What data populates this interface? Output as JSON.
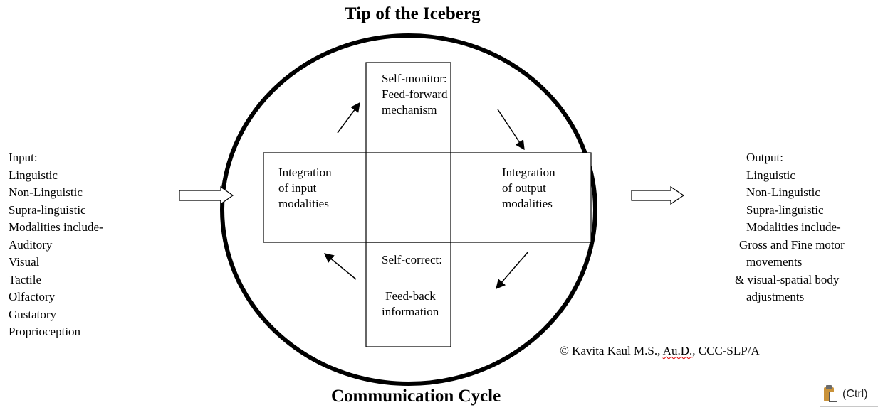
{
  "title_top": "Tip of the Iceberg",
  "title_bottom": "Communication Cycle",
  "input": {
    "heading": "Input:",
    "items": [
      "Linguistic",
      "Non-Linguistic",
      "Supra-linguistic",
      "Modalities include-",
      "Auditory",
      "Visual",
      "Tactile",
      "Olfactory",
      "Gustatory",
      "Proprioception"
    ]
  },
  "output": {
    "heading": "Output:",
    "items": [
      "Linguistic",
      "Non-Linguistic",
      "Supra-linguistic",
      "Modalities include-",
      "Gross and Fine motor",
      "movements",
      "& visual-spatial body",
      "adjustments"
    ]
  },
  "boxes": {
    "top": [
      "Self-monitor:",
      "Feed-forward",
      "mechanism"
    ],
    "left": [
      "Integration",
      "of input",
      "modalities"
    ],
    "right": [
      "Integration",
      "of output",
      "modalities"
    ],
    "bottom_line1": "Self-correct:",
    "bottom_line2": "Feed-back",
    "bottom_line3": "information"
  },
  "copyright": {
    "prefix": "© Kavita Kaul M.S., ",
    "flagged": "Au.D.",
    "suffix": ", CCC-SLP/A"
  },
  "paste_options": {
    "label": "(Ctrl)",
    "icon": "clipboard-paste-icon"
  }
}
